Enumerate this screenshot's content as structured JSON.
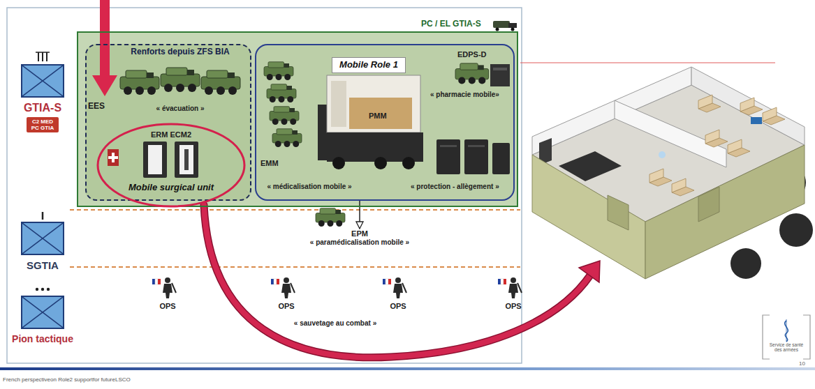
{
  "diagram": {
    "nodes": [
      {
        "text": [
          "PC / EL GTIA-S"
        ]
      },
      {
        "text": [
          "Renforts depuis ZFS BIA",
          "EES",
          "« évacuation »"
        ],
        "in": 0
      },
      {
        "text": [
          "ERM ECM2",
          "Mobile surgical unit"
        ],
        "in": 1
      },
      {
        "text": [
          "EDPS-D",
          "« pharmacie mobile»",
          "PMM",
          "EMM",
          "« médicalisation mobile »",
          "« protection - allègement »"
        ],
        "in": 0
      },
      {
        "text": [
          "Mobile Role 1"
        ],
        "in": 3
      },
      {
        "text": [
          "GTIA-S"
        ]
      },
      {
        "text": [
          "C2 MED PC GTIA"
        ]
      },
      {
        "text": [
          "EPM",
          "« paramédicalisation mobile »"
        ]
      },
      {
        "text": [
          "SGTIA"
        ]
      },
      {
        "text": [
          "Pion tactique"
        ]
      }
    ],
    "edges": [
      {
        "from": 3,
        "to": 7,
        "arrow": "to"
      }
    ],
    "labels": [
      "OPS",
      "OPS",
      "OPS",
      "OPS",
      "« sauvetage au combat »",
      "French perspectiveon Role2 supportfor futureLSCO",
      "10",
      "Service de santé des armées"
    ]
  }
}
